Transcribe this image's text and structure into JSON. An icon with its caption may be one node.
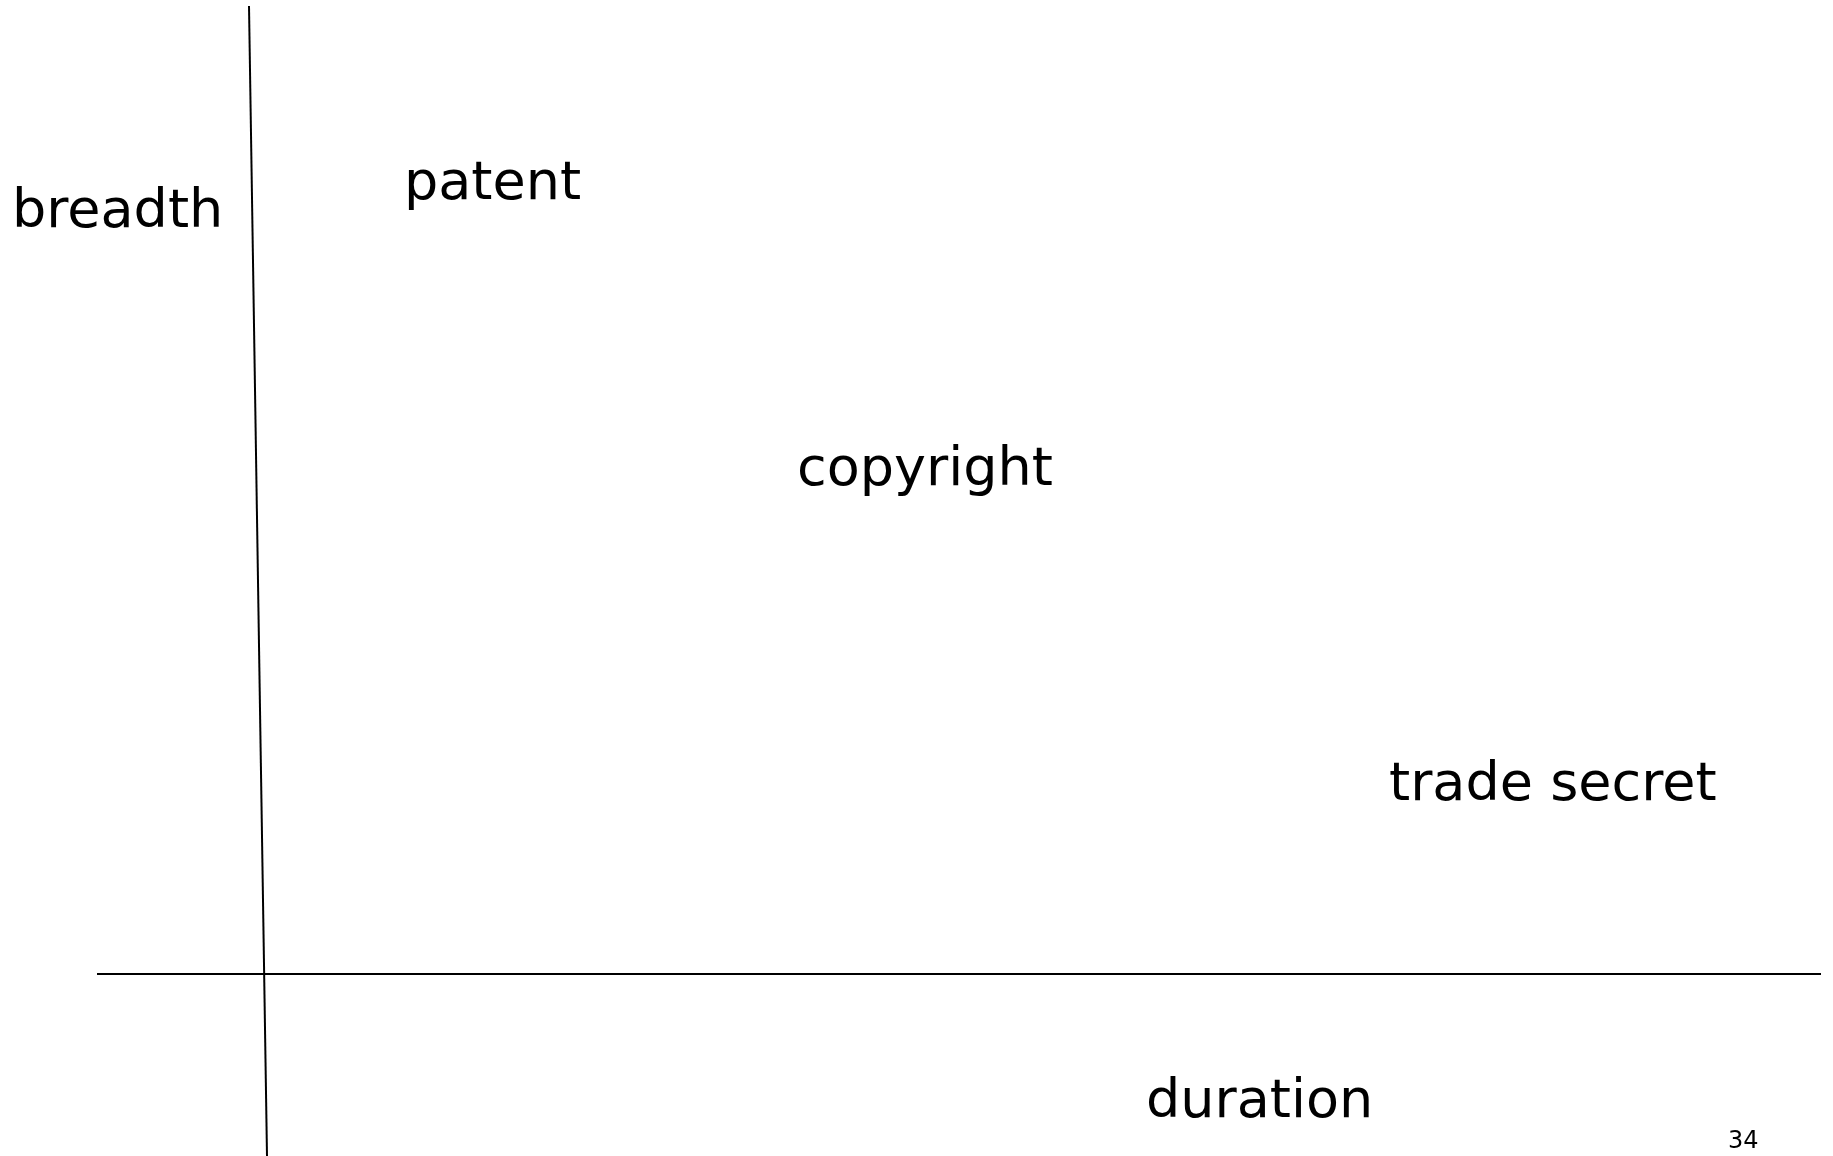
{
  "diagram": {
    "labels": [
      "breadth",
      "patent",
      "copyright",
      "trade secret",
      "duration",
      "34"
    ]
  }
}
